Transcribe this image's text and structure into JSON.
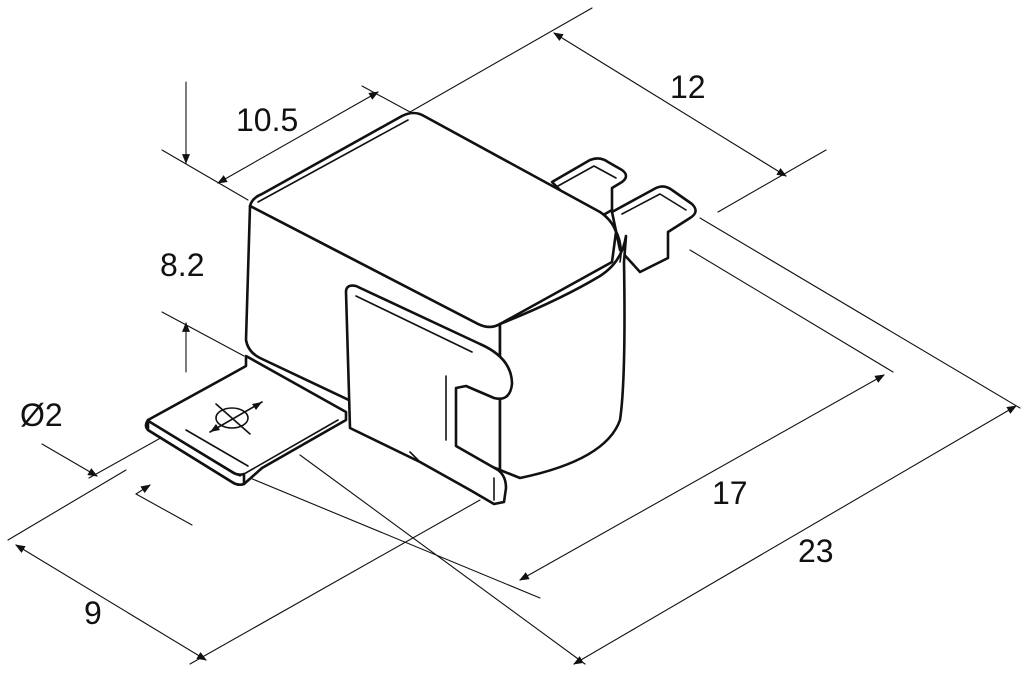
{
  "dimensions": {
    "width": "10.5",
    "height": "8.2",
    "depth_top": "12",
    "length_inner": "17",
    "length_total": "23",
    "tab_offset": "9",
    "hole_diameter": "Ø2"
  }
}
